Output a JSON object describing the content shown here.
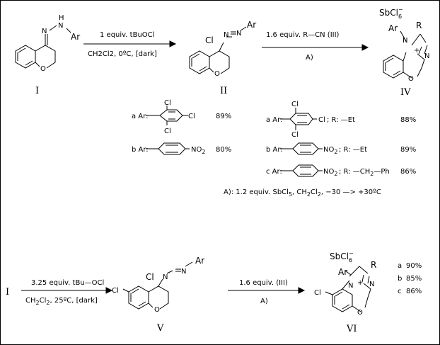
{
  "scheme1": {
    "compound_I_label": "I",
    "compound_II_label": "II",
    "compound_IV_label": "IV",
    "arrow1_top": "1 equiv. tBuOCl",
    "arrow1_bottom": "CH2Cl2, 0ºC, [dark]",
    "arrow2_top": "1.6 equiv.  R—CN  (III)",
    "arrow2_bottom": "A)",
    "I_atoms": {
      "N1": "N",
      "NH": "N",
      "H": "H",
      "Ar": "Ar",
      "O": "O"
    },
    "II_atoms": {
      "Cl": "Cl",
      "N1": "N",
      "N2": "N",
      "Ar": "Ar",
      "O": "O"
    },
    "IV_atoms": {
      "counter": "SbCl6−",
      "Ar": "Ar",
      "N1": "N",
      "plus": "+",
      "N2": "N",
      "R": "R",
      "O": "O"
    }
  },
  "table_left": {
    "rows": [
      {
        "key": "a Ar:",
        "yield": "89%",
        "aryl": "2,4,6-trichlorophenyl",
        "cl_top": "Cl",
        "cl_right": "Cl",
        "cl_bottom": "Cl"
      },
      {
        "key": "b Ar:",
        "yield": "80%",
        "aryl": "4-nitrophenyl",
        "sub": "NO2"
      }
    ]
  },
  "table_right": {
    "rows": [
      {
        "key": "a Ar:",
        "cl_top": "Cl",
        "cl_right": "Cl",
        "cl_bottom": "Cl",
        "r": "; R: —Et",
        "yield": "88%"
      },
      {
        "key": "b Ar:",
        "sub": "NO2",
        "r": "; R: —Et",
        "yield": "89%"
      },
      {
        "key": "c Ar:",
        "sub": "NO2",
        "r": "; R: —CH2—Ph",
        "yield": "86%"
      }
    ]
  },
  "conditions_note": "A): 1.2 equiv. SbCl5, CH2Cl2, −30 —> +30ºC",
  "scheme2": {
    "start_label": "I",
    "compound_V_label": "V",
    "compound_VI_label": "VI",
    "arrow1_top": "3.25 equiv. tBu—OCl",
    "arrow1_bottom": "CH2Cl2, 25ºC, [dark]",
    "arrow2_top": "1.6 equiv.  (III)",
    "arrow2_bottom": "A)",
    "V_atoms": {
      "Cl_ring": "Cl",
      "Cl": "Cl",
      "N1": "N",
      "N2": "N",
      "Ar": "Ar",
      "O": "O"
    },
    "VI_atoms": {
      "counter": "SbCl6−",
      "R": "R",
      "Ar": "Ar",
      "N1": "N",
      "plus": "+",
      "N2": "N",
      "Cl_ring": "Cl",
      "O": "O"
    },
    "yields": [
      {
        "key": "a",
        "value": "90%"
      },
      {
        "key": "b",
        "value": "85%"
      },
      {
        "key": "c",
        "value": "86%"
      }
    ]
  }
}
